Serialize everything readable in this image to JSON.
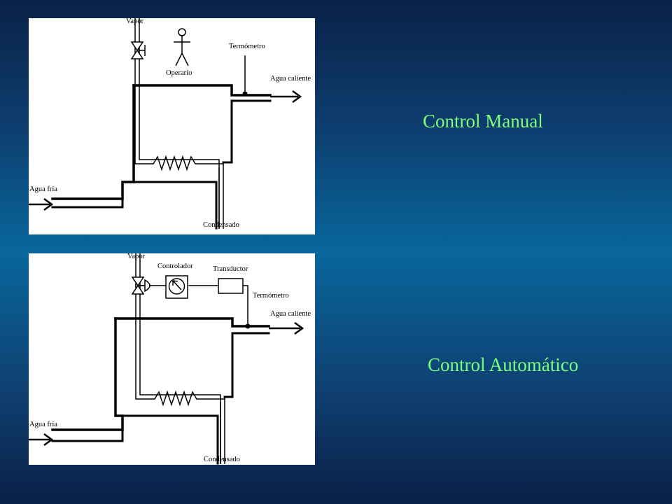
{
  "slide": {
    "manual_title": "Control Manual",
    "auto_title": "Control Automático"
  },
  "manual_diagram": {
    "vapor": "Vapor",
    "operator": "Operario",
    "thermometer": "Termómetro",
    "hot_water": "Agua caliente",
    "cold_water": "Agua fría",
    "condensate": "Condensado"
  },
  "auto_diagram": {
    "vapor": "Vapor",
    "controller": "Controlador",
    "transducer": "Transductor",
    "thermometer": "Termómetro",
    "hot_water": "Agua caliente",
    "cold_water": "Agua fría",
    "condensate": "Condensado"
  },
  "colors": {
    "label_green": "#7cff7a",
    "diagram_bg": "#ffffff",
    "line": "#000000"
  }
}
